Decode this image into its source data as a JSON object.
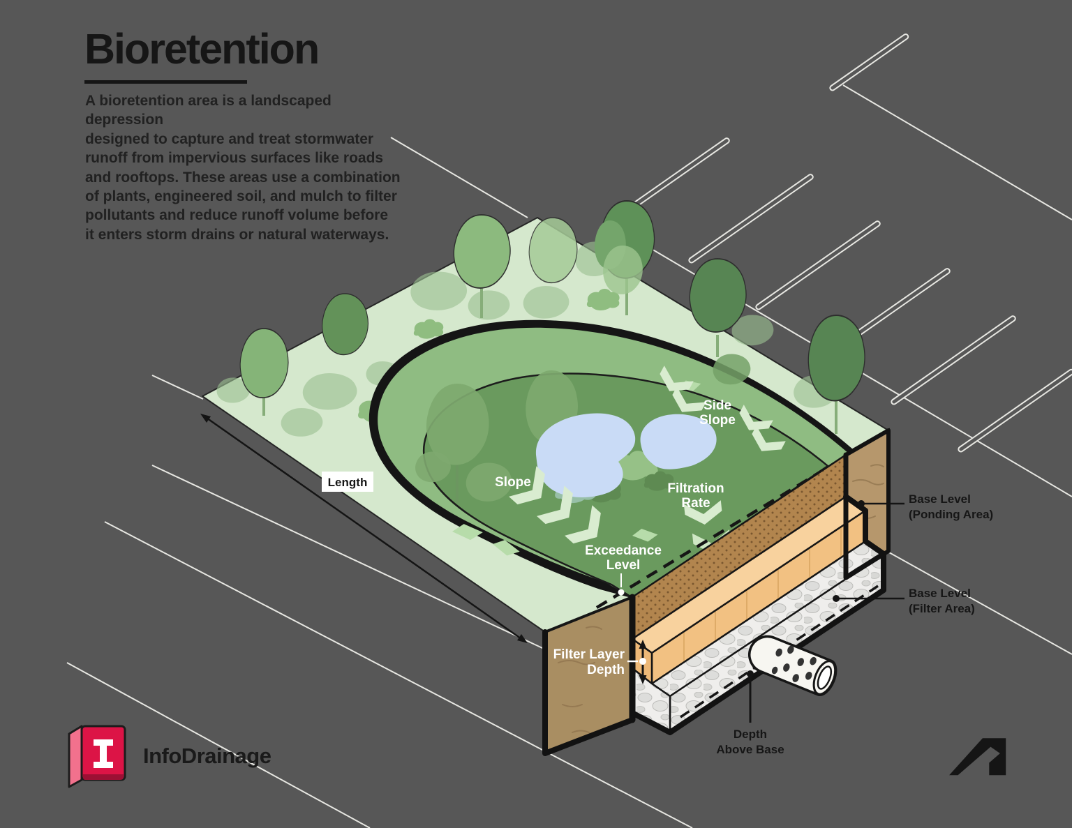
{
  "title": "Bioretention",
  "intro": {
    "lines": [
      "A bioretention area is a landscaped depression",
      "designed to capture and treat stormwater",
      "runoff from impervious surfaces like roads",
      "and rooftops. These areas use a combination",
      "of plants, engineered soil, and mulch to filter",
      "pollutants and reduce runoff volume before",
      "it enters storm drains or natural waterways."
    ]
  },
  "diagram": {
    "labels": {
      "length": "Length",
      "slope": "Slope",
      "side_slope": [
        "Side",
        "Slope"
      ],
      "filtration_rate": [
        "Filtration",
        "Rate"
      ],
      "exceedance_level": [
        "Exceedance",
        "Level"
      ],
      "filter_layer_depth": [
        "Filter Layer",
        "Depth"
      ],
      "depth_above_base": [
        "Depth",
        "Above Base"
      ],
      "base_level_ponding": [
        "Base Level",
        "(Ponding Area)"
      ],
      "base_level_filter": [
        "Base Level",
        "(Filter Area)"
      ]
    }
  },
  "brand": {
    "product": "InfoDrainage",
    "logo_letter": "I"
  },
  "colors": {
    "background": "#575757",
    "ink": "#191919",
    "surface_green": "#d5e8cd",
    "side_slope_green": "#8fbc82",
    "basin_green": "#6a9a5e",
    "pond_blue": "#c9dbf6",
    "soil_brown_left": "#a98e62",
    "soil_brown_right": "#b6976c",
    "mulch_tan": "#b2854e",
    "filter_orange": "#f2c182",
    "gravel_gray": "#efeeec",
    "chevron_green": "#d9ecd0",
    "brand_red": "#dc1446"
  }
}
